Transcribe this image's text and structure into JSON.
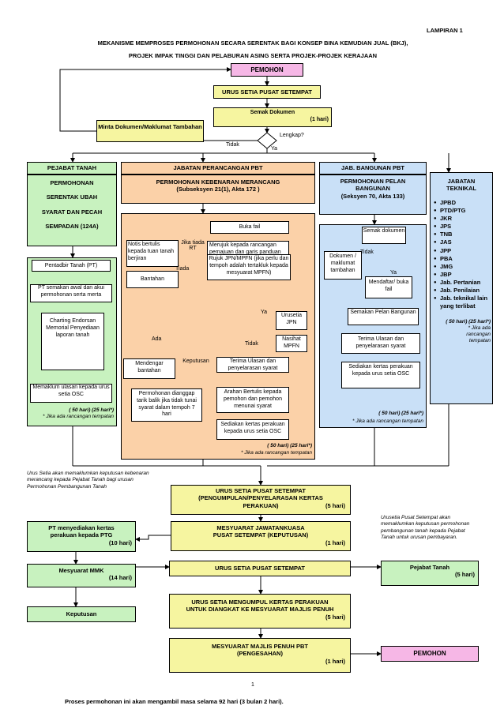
{
  "header": {
    "appendix": "LAMPIRAN 1",
    "title_line1": "MEKANISME MEMPROSES PERMOHONAN SECARA SERENTAK BAGI KONSEP BINA KEMUDIAN JUAL (BKJ),",
    "title_line2": "PROJEK IMPAK TINGGI DAN PELABURAN ASING SERTA PROJEK-PROJEK KERAJAAN"
  },
  "top": {
    "pemohon": "PEMOHON",
    "urus_setia": "URUS SETIA PUSAT SETEMPAT",
    "semak": "Semak Dokumen",
    "semak_time": "(1 hari)",
    "minta": "Minta Dokumen/Maklumat Tambahan",
    "lengkap": "Lengkap?",
    "tidak": "Tidak",
    "ya": "Ya"
  },
  "pejabat_tanah": {
    "title": "PEJABAT TANAH",
    "desc_l1": "PERMOHONAN",
    "desc_l2": "SERENTAK UBAH",
    "desc_l3": "SYARAT DAN PECAH",
    "desc_l4": "SEMPADAN (124A)",
    "step1": "Pentadbir Tanah (PT)",
    "step2": "PT semakan awal dan akui permohonan serta merta",
    "step3": "Charting Endorsan Memorial Penyediaan laporan tanah",
    "step4": "Memaklum ulasan kepada urus setia OSC",
    "time": "( 50 hari) (25 hari*)",
    "note": "* Jika ada rancangan tempatan"
  },
  "pbt": {
    "title": "JABATAN PERANCANGAN PBT",
    "desc_l1": "PERMOHONAN KEBENARAN MERANCANG",
    "desc_l2": "(Subseksyen 21(1), Akta 172 )",
    "buka_fail": "Buka fail",
    "notis": "Notis bertulis kepada tuan tanah berjiran",
    "jika_tiada_rt": "Jika tiada RT",
    "merujuk": "Merujuk kepada rancangan pemajuan dan garis panduan perancangan",
    "rujuk": "Rujuk JPN/MPFN (jika perlu dan tempoh adalah tertakluk kepada mesyuarat MPFN)",
    "tiada": "Tiada",
    "bantahan": "Bantahan",
    "ya": "Ya",
    "urusetia_jpn": "Urusetia JPN",
    "nasihat": "Nasihat MPFN",
    "ada": "Ada",
    "tidak": "Tidak",
    "mendengar": "Mendengar bantahan",
    "keputusan": "Keputusan",
    "terima": "Terima Ulasan dan penyelarasan syarat",
    "permohonan_ditarik": "Permohonan dianggap tarik balik jika tidak tunai syarat dalam tempoh 7 hari",
    "arahan": "Arahan Bertulis kepada pemohon dan pemohon menunai syarat",
    "sediakan": "Sediakan kertas perakuan kepada urus setia OSC",
    "time": "( 50 hari) (25 hari*)",
    "note": "* Jika ada rancangan tempatan"
  },
  "bangunan": {
    "title": "JAB. BANGUNAN PBT",
    "desc_l1": "PERMOHONAN PELAN",
    "desc_l2": "BANGUNAN",
    "desc_l3": "(Seksyen 70, Akta 133)",
    "semak": "Semak dokumen",
    "dokumen": "Dokumen / maklumat tambahan",
    "tidak": "Tidak",
    "ya": "Ya",
    "mendaftar": "Mendaftar/ buka fail",
    "semakan": "Semakan Pelan Bangunan",
    "terima": "Terima Ulasan dan penyelarasan syarat",
    "sediakan": "Sediakan kertas perakuan kepada urus setia OSC",
    "time": "( 50 hari) (25 hari*)",
    "note": "* Jika ada rancangan tempatan"
  },
  "teknikal": {
    "title_l1": "JABATAN",
    "title_l2": "TEKNIKAL",
    "items": [
      "JPBD",
      "PTD/PTG",
      "JKR",
      "JPS",
      "TNB",
      "JAS",
      "JPP",
      "PBA",
      "JMG",
      "JBP",
      "Jab. Pertanian",
      "Jab. Penilaian",
      "Jab. teknikal lain yang terlibat"
    ],
    "time": "( 50 hari) (25 hari*)",
    "note": "* Jika ada rancangan tempatan"
  },
  "bottom": {
    "note_left": "Urus Setia akan memaklumkan keputusan kebenaran merancang kepada Pejabat Tanah bagi urusan Permohonan Pembangunan Tanah",
    "note_right": "Urusetia Pusat Setempat akan memaklumkan keputusan permohonan pembangunan tanah kepada Pejabat Tanah untuk urusan pembayaran.",
    "pengumpulan_l1": "URUS SETIA PUSAT SETEMPAT",
    "pengumpulan_l2": "(PENGUMPULAN/PENYELARASAN KERTAS",
    "pengumpulan_l3": "PERAKUAN)",
    "pengumpulan_time": "(5 hari)",
    "jawatankuasa_l1": "MESYUARAT JAWATANKUASA",
    "jawatankuasa_l2": "PUSAT SETEMPAT (KEPUTUSAN)",
    "jawatankuasa_time": "(1 hari)",
    "pt_kertas_l1": "PT menyediakan kertas",
    "pt_kertas_l2": "perakuan kepada PTG",
    "pt_kertas_time": "(10 hari)",
    "mmk": "Mesyuarat MMK",
    "mmk_time": "(14 hari)",
    "keputusan": "Keputusan",
    "urus_setia": "URUS SETIA PUSAT SETEMPAT",
    "pejabat_tanah": "Pejabat Tanah",
    "pejabat_tanah_time": "(5 hari)",
    "mengumpul_l1": "URUS SETIA MENGUMPUL  KERTAS PERAKUAN",
    "mengumpul_l2": "UNTUK DIANGKAT KE MESYUARAT MAJLIS PENUH",
    "mengumpul_time": "(5 hari)",
    "majlis_l1": "MESYUARAT MAJLIS PENUH PBT",
    "majlis_l2": "(PENGESAHAN)",
    "majlis_time": "(1 hari)",
    "pemohon": "PEMOHON"
  },
  "footer": {
    "page": "1",
    "summary": "Proses permohonan ini akan mengambil masa selama 92 hari (3 bulan 2 hari)."
  }
}
